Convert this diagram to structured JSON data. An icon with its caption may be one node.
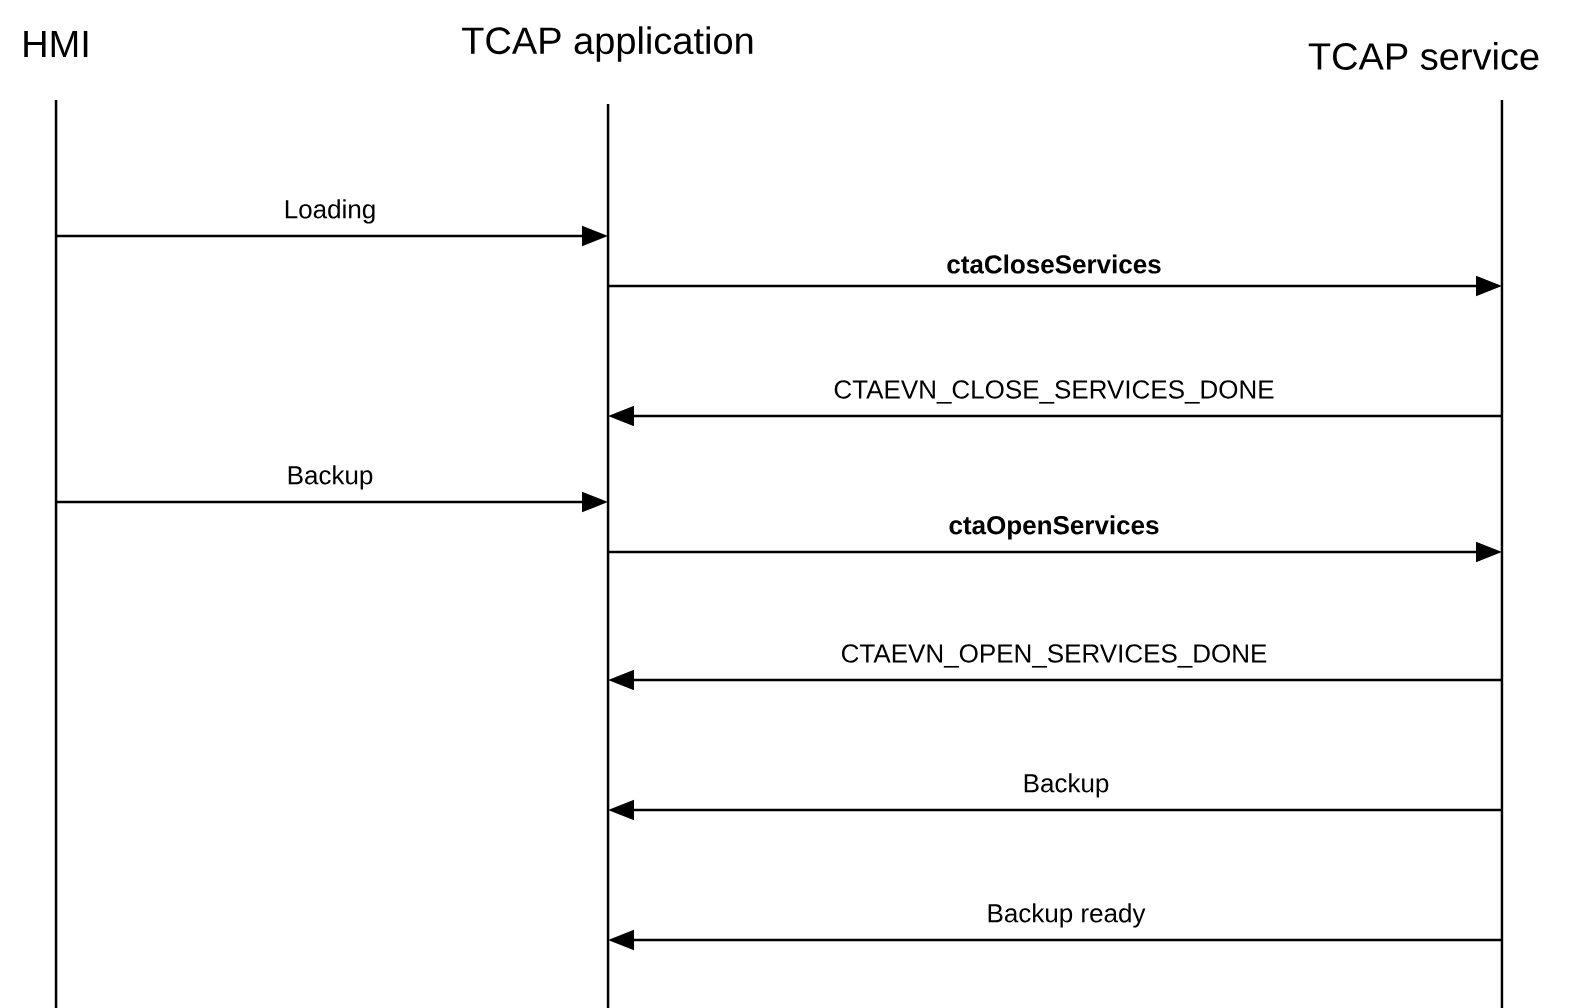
{
  "diagram": {
    "nodes": [
      {
        "text": [
          "HMI"
        ]
      },
      {
        "text": [
          "TCAP application"
        ]
      },
      {
        "text": [
          "TCAP service"
        ]
      }
    ],
    "edges": [
      {
        "from": 0,
        "to": 1,
        "arrow": "to",
        "label": "Loading"
      },
      {
        "from": 1,
        "to": 2,
        "arrow": "to",
        "label": "ctaCloseServices"
      },
      {
        "from": 2,
        "to": 1,
        "arrow": "to",
        "label": "CTAEVN_CLOSE_SERVICES_DONE"
      },
      {
        "from": 0,
        "to": 1,
        "arrow": "to",
        "label": "Backup"
      },
      {
        "from": 1,
        "to": 2,
        "arrow": "to",
        "label": "ctaOpenServices"
      },
      {
        "from": 2,
        "to": 1,
        "arrow": "to",
        "label": "CTAEVN_OPEN_SERVICES_DONE"
      },
      {
        "from": 2,
        "to": 1,
        "arrow": "to",
        "label": "Backup"
      },
      {
        "from": 2,
        "to": 1,
        "arrow": "to",
        "label": "Backup ready"
      }
    ]
  }
}
